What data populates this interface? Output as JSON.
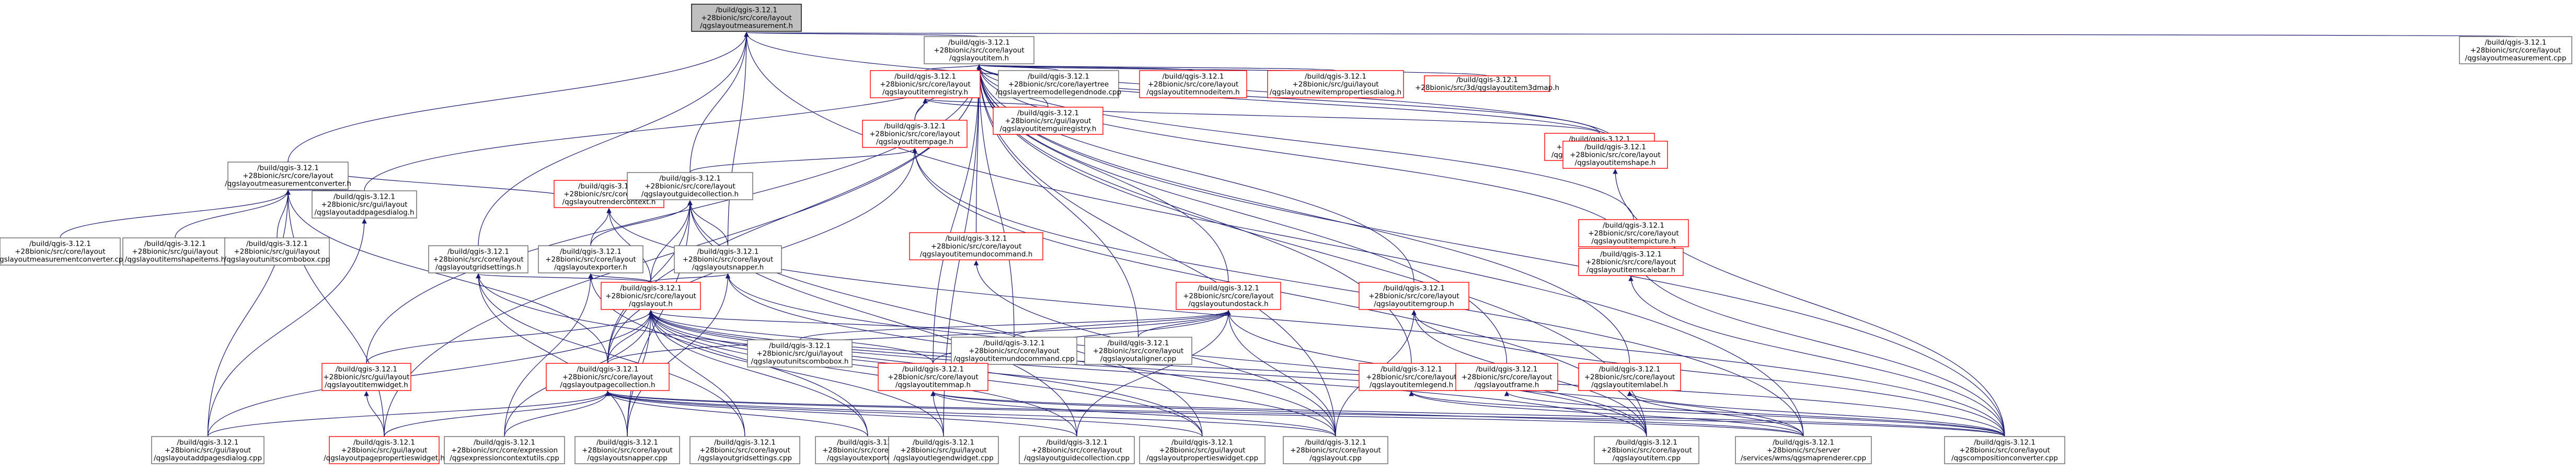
{
  "diagram": {
    "type": "include-dependency-graph",
    "colors": {
      "edge": "#191970",
      "root_fill": "#bfbfbf",
      "node_border": "#666666",
      "incomplete_border": "#ff0000",
      "background": "#ffffff"
    },
    "nodes": [
      {
        "id": "n0",
        "style": "root",
        "lines": [
          "/build/qgis-3.12.1",
          "+28bionic/src/core/layout",
          "/qgslayoutmeasurement.h"
        ]
      },
      {
        "id": "n1",
        "style": "normal",
        "lines": [
          "/build/qgis-3.12.1",
          "+28bionic/src/core/layout",
          "/qgslayoutitem.h"
        ]
      },
      {
        "id": "n2",
        "style": "normal",
        "lines": [
          "/build/qgis-3.12.1",
          "+28bionic/src/core/layout",
          "/qgslayoutmeasurement.cpp"
        ]
      },
      {
        "id": "n3",
        "style": "normal",
        "lines": [
          "/build/qgis-3.12.1",
          "+28bionic/src/core/layout",
          "/qgslayoutmeasurementconverter.h"
        ]
      },
      {
        "id": "n4",
        "style": "red",
        "lines": [
          "/build/qgis-3.12.1",
          "+28bionic/src/core/layout",
          "/qgslayoutitemregistry.h"
        ]
      },
      {
        "id": "n5",
        "style": "normal",
        "lines": [
          "/build/qgis-3.12.1",
          "+28bionic/src/core/layertree",
          "/qgslayertreemodellegendnode.cpp"
        ]
      },
      {
        "id": "n6",
        "style": "red",
        "lines": [
          "/build/qgis-3.12.1",
          "+28bionic/src/core/layout",
          "/qgslayoutitemnodeitem.h"
        ]
      },
      {
        "id": "n7",
        "style": "red",
        "lines": [
          "/build/qgis-3.12.1",
          "+28bionic/src/gui/layout",
          "/qgslayoutnewitempropertiesdialog.h"
        ]
      },
      {
        "id": "n8",
        "style": "red",
        "lines": [
          "/build/qgis-3.12.1",
          "+28bionic/src/3d/qgslayoutitem3dmap.h"
        ]
      },
      {
        "id": "n9",
        "style": "red",
        "lines": [
          "/build/qgis-3.12.1",
          "+28bionic/src/core/layout",
          "/qgslayoutitempage.h"
        ]
      },
      {
        "id": "n10",
        "style": "red",
        "lines": [
          "/build/qgis-3.12.1",
          "+28bionic/src/gui/layout",
          "/qgslayoutitemguiregistry.h"
        ]
      },
      {
        "id": "n11",
        "style": "red",
        "lines": [
          "/build/qgis-3.12.1",
          "+28bionic/src/gui/layout",
          "/qgslayoutitemcombobox.h"
        ]
      },
      {
        "id": "n12",
        "style": "red",
        "lines": [
          "/build/qgis-3.12.1",
          "+28bionic/src/core/layout",
          "/qgslayoutitemshape.h"
        ]
      },
      {
        "id": "n13",
        "style": "normal",
        "lines": [
          "/build/qgis-3.12.1",
          "+28bionic/src/core/layout",
          "/qgslayoutmeasurementconverter.cpp"
        ]
      },
      {
        "id": "n14",
        "style": "normal",
        "lines": [
          "/build/qgis-3.12.1",
          "+28bionic/src/gui/layout",
          "/qgslayoutitemshapeitems.h"
        ]
      },
      {
        "id": "n15",
        "style": "normal",
        "lines": [
          "/build/qgis-3.12.1",
          "+28bionic/src/gui/layout",
          "/qgslayoutunitscombobox.cpp"
        ]
      },
      {
        "id": "n16",
        "style": "normal",
        "lines": [
          "/build/qgis-3.12.1",
          "+28bionic/src/gui/layout",
          "/qgslayoutaddpagesdialog.h"
        ]
      },
      {
        "id": "n17",
        "style": "red",
        "lines": [
          "/build/qgis-3.12.1",
          "+28bionic/src/core/layout",
          "/qgslayoutrendercontext.h"
        ]
      },
      {
        "id": "n18",
        "style": "normal",
        "lines": [
          "/build/qgis-3.12.1",
          "+28bionic/src/core/layout",
          "/qgslayoutguidecollection.h"
        ]
      },
      {
        "id": "n19",
        "style": "normal",
        "lines": [
          "/build/qgis-3.12.1",
          "+28bionic/src/core/layout",
          "/qgslayoutgridsettings.h"
        ]
      },
      {
        "id": "n20",
        "style": "normal",
        "lines": [
          "/build/qgis-3.12.1",
          "+28bionic/src/core/layout",
          "/qgslayoutexporter.h"
        ]
      },
      {
        "id": "n21",
        "style": "normal",
        "lines": [
          "/build/qgis-3.12.1",
          "+28bionic/src/core/layout",
          "/qgslayoutsnapper.h"
        ]
      },
      {
        "id": "n22",
        "style": "red",
        "lines": [
          "/build/qgis-3.12.1",
          "+28bionic/src/core/layout",
          "/qgslayoutitemundocommand.h"
        ]
      },
      {
        "id": "n23",
        "style": "red",
        "lines": [
          "/build/qgis-3.12.1",
          "+28bionic/src/core/layout",
          "/qgslayoutundostack.h"
        ]
      },
      {
        "id": "n24",
        "style": "red",
        "lines": [
          "/build/qgis-3.12.1",
          "+28bionic/src/core/layout",
          "/qgslayoutitemgroup.h"
        ]
      },
      {
        "id": "n25",
        "style": "red",
        "lines": [
          "/build/qgis-3.12.1",
          "+28bionic/src/core/layout",
          "/qgslayoutitemscalebar.h"
        ]
      },
      {
        "id": "n26",
        "style": "red",
        "lines": [
          "/build/qgis-3.12.1",
          "+28bionic/src/core/layout",
          "/qgslayoutitempicture.h"
        ]
      },
      {
        "id": "n27",
        "style": "red",
        "lines": [
          "/build/qgis-3.12.1",
          "+28bionic/src/core/layout",
          "/qgslayout.h"
        ]
      },
      {
        "id": "n28",
        "style": "red",
        "lines": [
          "/build/qgis-3.12.1",
          "+28bionic/src/gui/layout",
          "/qgslayoutitemwidget.h"
        ]
      },
      {
        "id": "n29",
        "style": "red",
        "lines": [
          "/build/qgis-3.12.1",
          "+28bionic/src/core/layout",
          "/qgslayoutpagecollection.h"
        ]
      },
      {
        "id": "n30",
        "style": "normal",
        "lines": [
          "/build/qgis-3.12.1",
          "+28bionic/src/core/layout",
          "/qgslayoutitemundocommand.cpp"
        ]
      },
      {
        "id": "n31",
        "style": "normal",
        "lines": [
          "/build/qgis-3.12.1",
          "+28bionic/src/core/layout",
          "/qgslayoutaligner.cpp"
        ]
      },
      {
        "id": "n32",
        "style": "normal",
        "lines": [
          "/build/qgis-3.12.1",
          "+28bionic/src/gui/layout",
          "/qgslayoutunitscombobox.h"
        ]
      },
      {
        "id": "n33",
        "style": "red",
        "lines": [
          "/build/qgis-3.12.1",
          "+28bionic/src/core/layout",
          "/qgslayoutitemmap.h"
        ]
      },
      {
        "id": "n34",
        "style": "red",
        "lines": [
          "/build/qgis-3.12.1",
          "+28bionic/src/core/layout",
          "/qgslayoutitemlegend.h"
        ]
      },
      {
        "id": "n35",
        "style": "red",
        "lines": [
          "/build/qgis-3.12.1",
          "+28bionic/src/core/layout",
          "/qgslayoutframe.h"
        ]
      },
      {
        "id": "n36",
        "style": "red",
        "lines": [
          "/build/qgis-3.12.1",
          "+28bionic/src/core/layout",
          "/qgslayoutitemlabel.h"
        ]
      },
      {
        "id": "n37",
        "style": "normal",
        "lines": [
          "/build/qgis-3.12.1",
          "+28bionic/src/gui/layout",
          "/qgslayoutaddpagesdialog.cpp"
        ]
      },
      {
        "id": "n38",
        "style": "red",
        "lines": [
          "/build/qgis-3.12.1",
          "+28bionic/src/gui/layout",
          "/qgslayoutpagepropertieswidget.h"
        ]
      },
      {
        "id": "n39",
        "style": "normal",
        "lines": [
          "/build/qgis-3.12.1",
          "+28bionic/src/core/expression",
          "/qgsexpressioncontextutils.cpp"
        ]
      },
      {
        "id": "n40",
        "style": "normal",
        "lines": [
          "/build/qgis-3.12.1",
          "+28bionic/src/core/layout",
          "/qgslayoutsnapper.cpp"
        ]
      },
      {
        "id": "n41",
        "style": "normal",
        "lines": [
          "/build/qgis-3.12.1",
          "+28bionic/src/core/layout",
          "/qgslayoutgridsettings.cpp"
        ]
      },
      {
        "id": "n42",
        "style": "normal",
        "lines": [
          "/build/qgis-3.12.1",
          "+28bionic/src/core/layout",
          "/qgslayoutexporter.cpp"
        ]
      },
      {
        "id": "n43",
        "style": "normal",
        "lines": [
          "/build/qgis-3.12.1",
          "+28bionic/src/gui/layout",
          "/qgslayoutlegendwidget.cpp"
        ]
      },
      {
        "id": "n44",
        "style": "normal",
        "lines": [
          "/build/qgis-3.12.1",
          "+28bionic/src/core/layout",
          "/qgslayoutguidecollection.cpp"
        ]
      },
      {
        "id": "n45",
        "style": "normal",
        "lines": [
          "/build/qgis-3.12.1",
          "+28bionic/src/gui/layout",
          "/qgslayoutpropertieswidget.cpp"
        ]
      },
      {
        "id": "n46",
        "style": "normal",
        "lines": [
          "/build/qgis-3.12.1",
          "+28bionic/src/core/layout",
          "/qgslayout.cpp"
        ]
      },
      {
        "id": "n47",
        "style": "normal",
        "lines": [
          "/build/qgis-3.12.1",
          "+28bionic/src/core/layout",
          "/qgslayoutitem.cpp"
        ]
      },
      {
        "id": "n48",
        "style": "normal",
        "lines": [
          "/build/qgis-3.12.1",
          "+28bionic/src/server",
          "/services/wms/qgsmaprenderer.cpp"
        ]
      },
      {
        "id": "n49",
        "style": "normal",
        "lines": [
          "/build/qgis-3.12.1",
          "+28bionic/src/core/layout",
          "/qgscompositionconverter.cpp"
        ]
      }
    ],
    "edges": [
      [
        "n1",
        "n0"
      ],
      [
        "n2",
        "n0"
      ],
      [
        "n3",
        "n0"
      ],
      [
        "n12",
        "n0"
      ],
      [
        "n18",
        "n0"
      ],
      [
        "n19",
        "n0"
      ],
      [
        "n21",
        "n0"
      ],
      [
        "n48",
        "n0"
      ],
      [
        "n4",
        "n1"
      ],
      [
        "n5",
        "n1"
      ],
      [
        "n6",
        "n1"
      ],
      [
        "n7",
        "n1"
      ],
      [
        "n8",
        "n1"
      ],
      [
        "n9",
        "n1"
      ],
      [
        "n10",
        "n1"
      ],
      [
        "n11",
        "n1"
      ],
      [
        "n12",
        "n1"
      ],
      [
        "n16",
        "n1"
      ],
      [
        "n22",
        "n1"
      ],
      [
        "n23",
        "n1"
      ],
      [
        "n24",
        "n1"
      ],
      [
        "n25",
        "n1"
      ],
      [
        "n26",
        "n1"
      ],
      [
        "n28",
        "n1"
      ],
      [
        "n29",
        "n1"
      ],
      [
        "n33",
        "n1"
      ],
      [
        "n34",
        "n1"
      ],
      [
        "n35",
        "n1"
      ],
      [
        "n36",
        "n1"
      ],
      [
        "n43",
        "n1"
      ],
      [
        "n46",
        "n1"
      ],
      [
        "n47",
        "n1"
      ],
      [
        "n49",
        "n1"
      ],
      [
        "n31",
        "n1"
      ],
      [
        "n30",
        "n1"
      ],
      [
        "n38",
        "n1"
      ],
      [
        "n9",
        "n4"
      ],
      [
        "n10",
        "n4"
      ],
      [
        "n11",
        "n4"
      ],
      [
        "n18",
        "n9"
      ],
      [
        "n29",
        "n9"
      ],
      [
        "n47",
        "n9"
      ],
      [
        "n48",
        "n9"
      ],
      [
        "n13",
        "n3"
      ],
      [
        "n14",
        "n3"
      ],
      [
        "n15",
        "n3"
      ],
      [
        "n16",
        "n3"
      ],
      [
        "n17",
        "n3"
      ],
      [
        "n29",
        "n3"
      ],
      [
        "n37",
        "n3"
      ],
      [
        "n38",
        "n3"
      ],
      [
        "n20",
        "n17"
      ],
      [
        "n27",
        "n17"
      ],
      [
        "n49",
        "n17"
      ],
      [
        "n20",
        "n18"
      ],
      [
        "n21",
        "n18"
      ],
      [
        "n27",
        "n18"
      ],
      [
        "n44",
        "n18"
      ],
      [
        "n45",
        "n18"
      ],
      [
        "n29",
        "n18"
      ],
      [
        "n40",
        "n18"
      ],
      [
        "n27",
        "n19"
      ],
      [
        "n40",
        "n19"
      ],
      [
        "n41",
        "n19"
      ],
      [
        "n45",
        "n19"
      ],
      [
        "n27",
        "n20"
      ],
      [
        "n39",
        "n20"
      ],
      [
        "n42",
        "n20"
      ],
      [
        "n27",
        "n21"
      ],
      [
        "n40",
        "n21"
      ],
      [
        "n46",
        "n21"
      ],
      [
        "n47",
        "n21"
      ],
      [
        "n46",
        "n22"
      ],
      [
        "n30",
        "n23"
      ],
      [
        "n31",
        "n23"
      ],
      [
        "n32",
        "n23"
      ],
      [
        "n33",
        "n23"
      ],
      [
        "n46",
        "n23"
      ],
      [
        "n47",
        "n23"
      ],
      [
        "n44",
        "n23"
      ],
      [
        "n29",
        "n23"
      ],
      [
        "n47",
        "n24"
      ],
      [
        "n46",
        "n24"
      ],
      [
        "n49",
        "n24"
      ],
      [
        "n49",
        "n25"
      ],
      [
        "n49",
        "n26"
      ],
      [
        "n28",
        "n27"
      ],
      [
        "n29",
        "n27"
      ],
      [
        "n30",
        "n27"
      ],
      [
        "n33",
        "n27"
      ],
      [
        "n37",
        "n27"
      ],
      [
        "n39",
        "n27"
      ],
      [
        "n40",
        "n27"
      ],
      [
        "n41",
        "n27"
      ],
      [
        "n42",
        "n27"
      ],
      [
        "n43",
        "n27"
      ],
      [
        "n44",
        "n27"
      ],
      [
        "n45",
        "n27"
      ],
      [
        "n46",
        "n27"
      ],
      [
        "n47",
        "n27"
      ],
      [
        "n48",
        "n27"
      ],
      [
        "n49",
        "n27"
      ],
      [
        "n38",
        "n28"
      ],
      [
        "n37",
        "n29"
      ],
      [
        "n38",
        "n29"
      ],
      [
        "n39",
        "n29"
      ],
      [
        "n42",
        "n29"
      ],
      [
        "n44",
        "n29"
      ],
      [
        "n45",
        "n29"
      ],
      [
        "n46",
        "n29"
      ],
      [
        "n48",
        "n29"
      ],
      [
        "n49",
        "n29"
      ],
      [
        "n43",
        "n33"
      ],
      [
        "n46",
        "n33"
      ],
      [
        "n48",
        "n33"
      ],
      [
        "n49",
        "n33"
      ],
      [
        "n48",
        "n34"
      ],
      [
        "n49",
        "n34"
      ],
      [
        "n49",
        "n35"
      ],
      [
        "n48",
        "n36"
      ],
      [
        "n49",
        "n36"
      ],
      [
        "n37",
        "n16"
      ],
      [
        "n49",
        "n12"
      ]
    ]
  }
}
